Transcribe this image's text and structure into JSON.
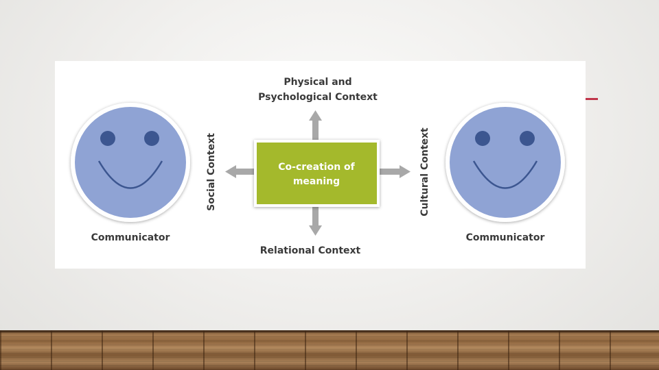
{
  "diagram": {
    "top_label_line1": "Physical and",
    "top_label_line2": "Psychological Context",
    "bottom_label": "Relational Context",
    "left_label": "Social Context",
    "right_label": "Cultural Context",
    "center_line1": "Co-creation of",
    "center_line2": "meaning",
    "left_person_label": "Communicator",
    "right_person_label": "Communicator"
  },
  "colors": {
    "face_fill": "#8fa3d4",
    "face_feature": "#3c5690",
    "center_box": "#a4b92c",
    "arrow": "#a8a8a8",
    "accent": "#c0354a"
  }
}
